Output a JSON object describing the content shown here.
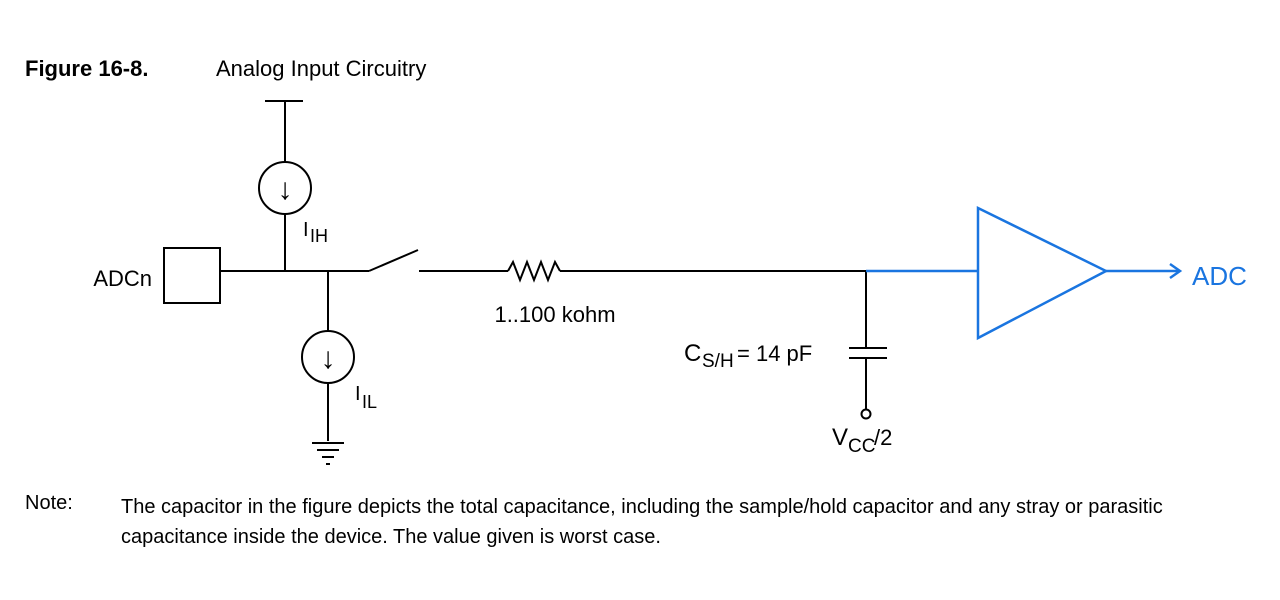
{
  "figure": {
    "number": "Figure 16-8.",
    "title": "Analog Input Circuitry"
  },
  "diagram": {
    "pin_label": "ADCn",
    "current_source_high": {
      "symbol": "I",
      "subscript": "IH",
      "arrow": "↓"
    },
    "current_source_low": {
      "symbol": "I",
      "subscript": "IL",
      "arrow": "↓"
    },
    "resistor_label": "1..100 kohm",
    "capacitor_label": {
      "symbol": "C",
      "subscript": "S/H",
      "value": " = 14 pF"
    },
    "reference_label": {
      "symbol": "V",
      "subscript": "CC",
      "suffix": "/2"
    },
    "output_label": "ADC",
    "colors": {
      "highlight": "#1a75e0",
      "line": "#000000"
    }
  },
  "note": {
    "label": "Note:",
    "text": "The capacitor in the figure depicts the total capacitance, including the sample/hold capacitor and any stray or parasitic capacitance inside the device. The value given is worst case."
  }
}
